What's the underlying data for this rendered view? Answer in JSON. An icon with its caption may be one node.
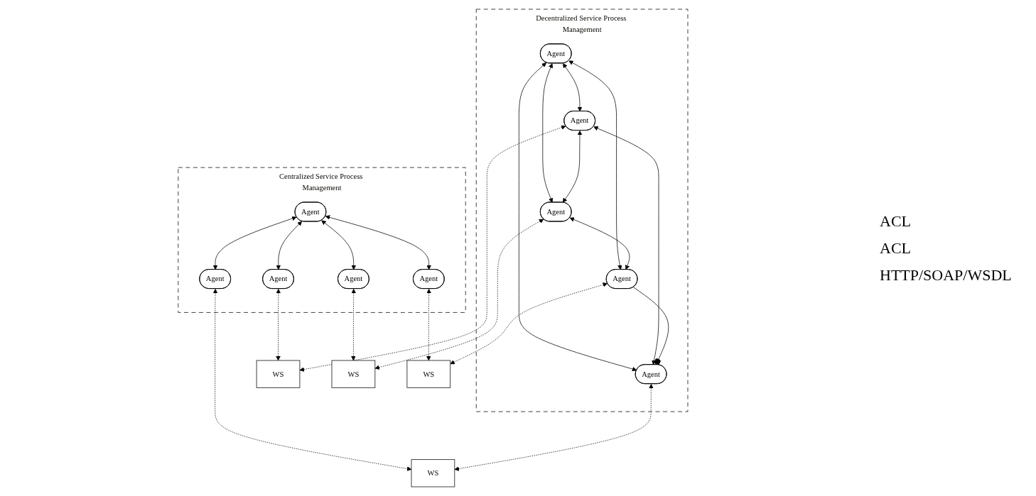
{
  "diagram": {
    "nodes": [
      {
        "text": [
          "Centralized Service Process Management"
        ]
      },
      {
        "text": [
          "Agent"
        ],
        "in": 0
      },
      {
        "text": [
          "Agent"
        ],
        "in": 0
      },
      {
        "text": [
          "Agent"
        ],
        "in": 0
      },
      {
        "text": [
          "Agent"
        ],
        "in": 0
      },
      {
        "text": [
          "Agent"
        ],
        "in": 0
      },
      {
        "text": [
          "Decentralized Service Process Management"
        ]
      },
      {
        "text": [
          "Agent"
        ],
        "in": 6
      },
      {
        "text": [
          "Agent"
        ],
        "in": 6
      },
      {
        "text": [
          "Agent"
        ],
        "in": 6
      },
      {
        "text": [
          "Agent"
        ],
        "in": 6
      },
      {
        "text": [
          "Agent"
        ],
        "in": 6
      },
      {
        "text": [
          "WS"
        ]
      },
      {
        "text": [
          "WS"
        ]
      },
      {
        "text": [
          "WS"
        ]
      },
      {
        "text": [
          "WS"
        ]
      }
    ],
    "edges": [
      {
        "from": 1,
        "to": 2,
        "arrow": "both"
      },
      {
        "from": 1,
        "to": 3,
        "arrow": "both"
      },
      {
        "from": 1,
        "to": 4,
        "arrow": "both"
      },
      {
        "from": 1,
        "to": 5,
        "arrow": "both"
      },
      {
        "from": 7,
        "to": 8,
        "arrow": "both"
      },
      {
        "from": 7,
        "to": 10,
        "arrow": "both"
      },
      {
        "from": 7,
        "to": 11,
        "arrow": "both"
      },
      {
        "from": 7,
        "to": 9,
        "arrow": "both"
      },
      {
        "from": 8,
        "to": 9,
        "arrow": "both"
      },
      {
        "from": 8,
        "to": 10,
        "arrow": "both"
      },
      {
        "from": 10,
        "to": 11,
        "arrow": "both"
      },
      {
        "from": 11,
        "to": 9,
        "arrow": "other"
      },
      {
        "from": 2,
        "to": 12,
        "arrow": "both",
        "style": "dashed"
      },
      {
        "from": 3,
        "to": 13,
        "arrow": "both",
        "style": "dashed"
      },
      {
        "from": 4,
        "to": 14,
        "arrow": "both",
        "style": "dashed"
      },
      {
        "from": 5,
        "to": 15,
        "arrow": "both",
        "style": "dashed"
      },
      {
        "from": 8,
        "to": 12,
        "arrow": "both",
        "style": "dashed"
      },
      {
        "from": 10,
        "to": 13,
        "arrow": "both",
        "style": "dashed"
      },
      {
        "from": 11,
        "to": 14,
        "arrow": "both",
        "style": "dashed"
      },
      {
        "from": 9,
        "to": 15,
        "arrow": "both",
        "style": "dashed"
      }
    ],
    "labels": [
      "ACL",
      "ACL",
      "HTTP/SOAP/WSDL"
    ]
  }
}
